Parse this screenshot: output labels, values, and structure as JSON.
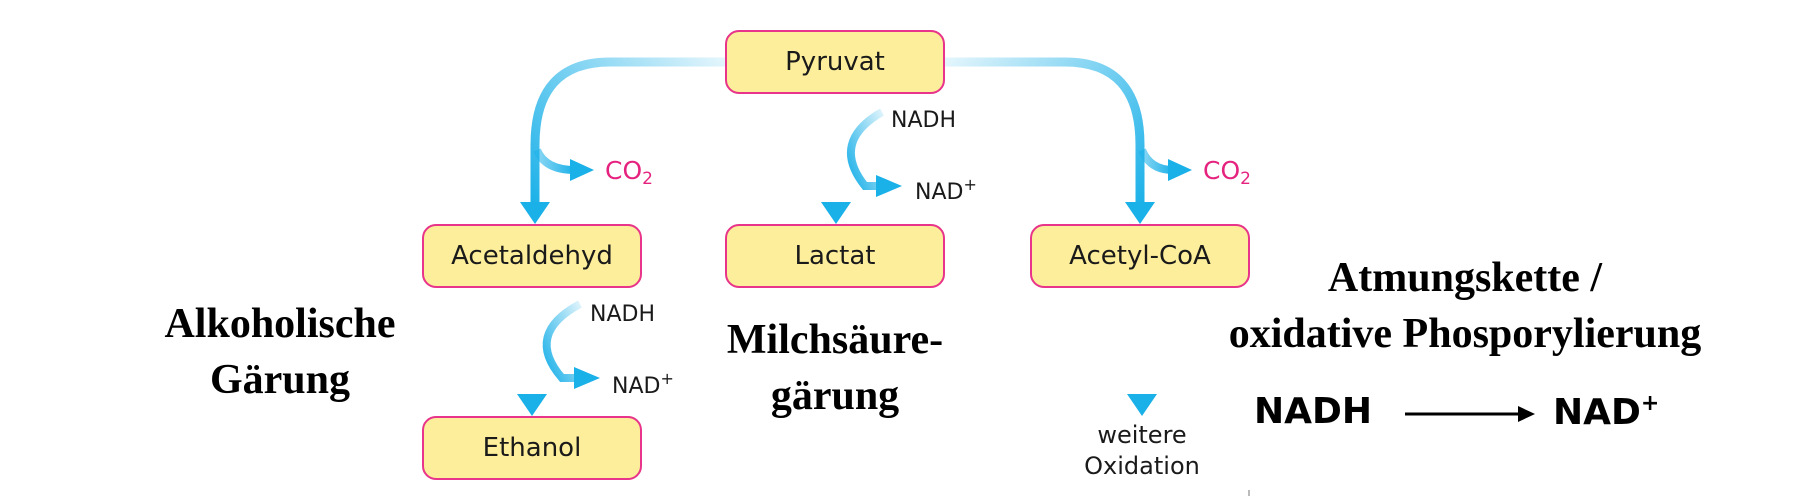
{
  "colors": {
    "arrow": "#1ab0e8",
    "node_fill": "#fcee9a",
    "node_border": "#e8348a",
    "co2_text": "#e5237f"
  },
  "nodes": {
    "pyruvat": "Pyruvat",
    "acetaldehyd": "Acetaldehyd",
    "lactat": "Lactat",
    "acetyl_coa": "Acetyl-CoA",
    "ethanol": "Ethanol"
  },
  "labels": {
    "nadh": "NADH",
    "nad": "NAD",
    "plus": "+",
    "co": "CO",
    "two": "2",
    "weitere": "weitere",
    "oxidation": "Oxidation"
  },
  "headings": {
    "alkohol_line1": "Alkoholische",
    "alkohol_line2": "Gärung",
    "milch_line1": "Milchsäure-",
    "milch_line2": "gärung",
    "atmung_line1": "Atmungskette /",
    "atmung_line2": "oxidative Phosporylierung"
  },
  "equation": {
    "left": "NADH",
    "right": "NAD",
    "sup": "+"
  }
}
